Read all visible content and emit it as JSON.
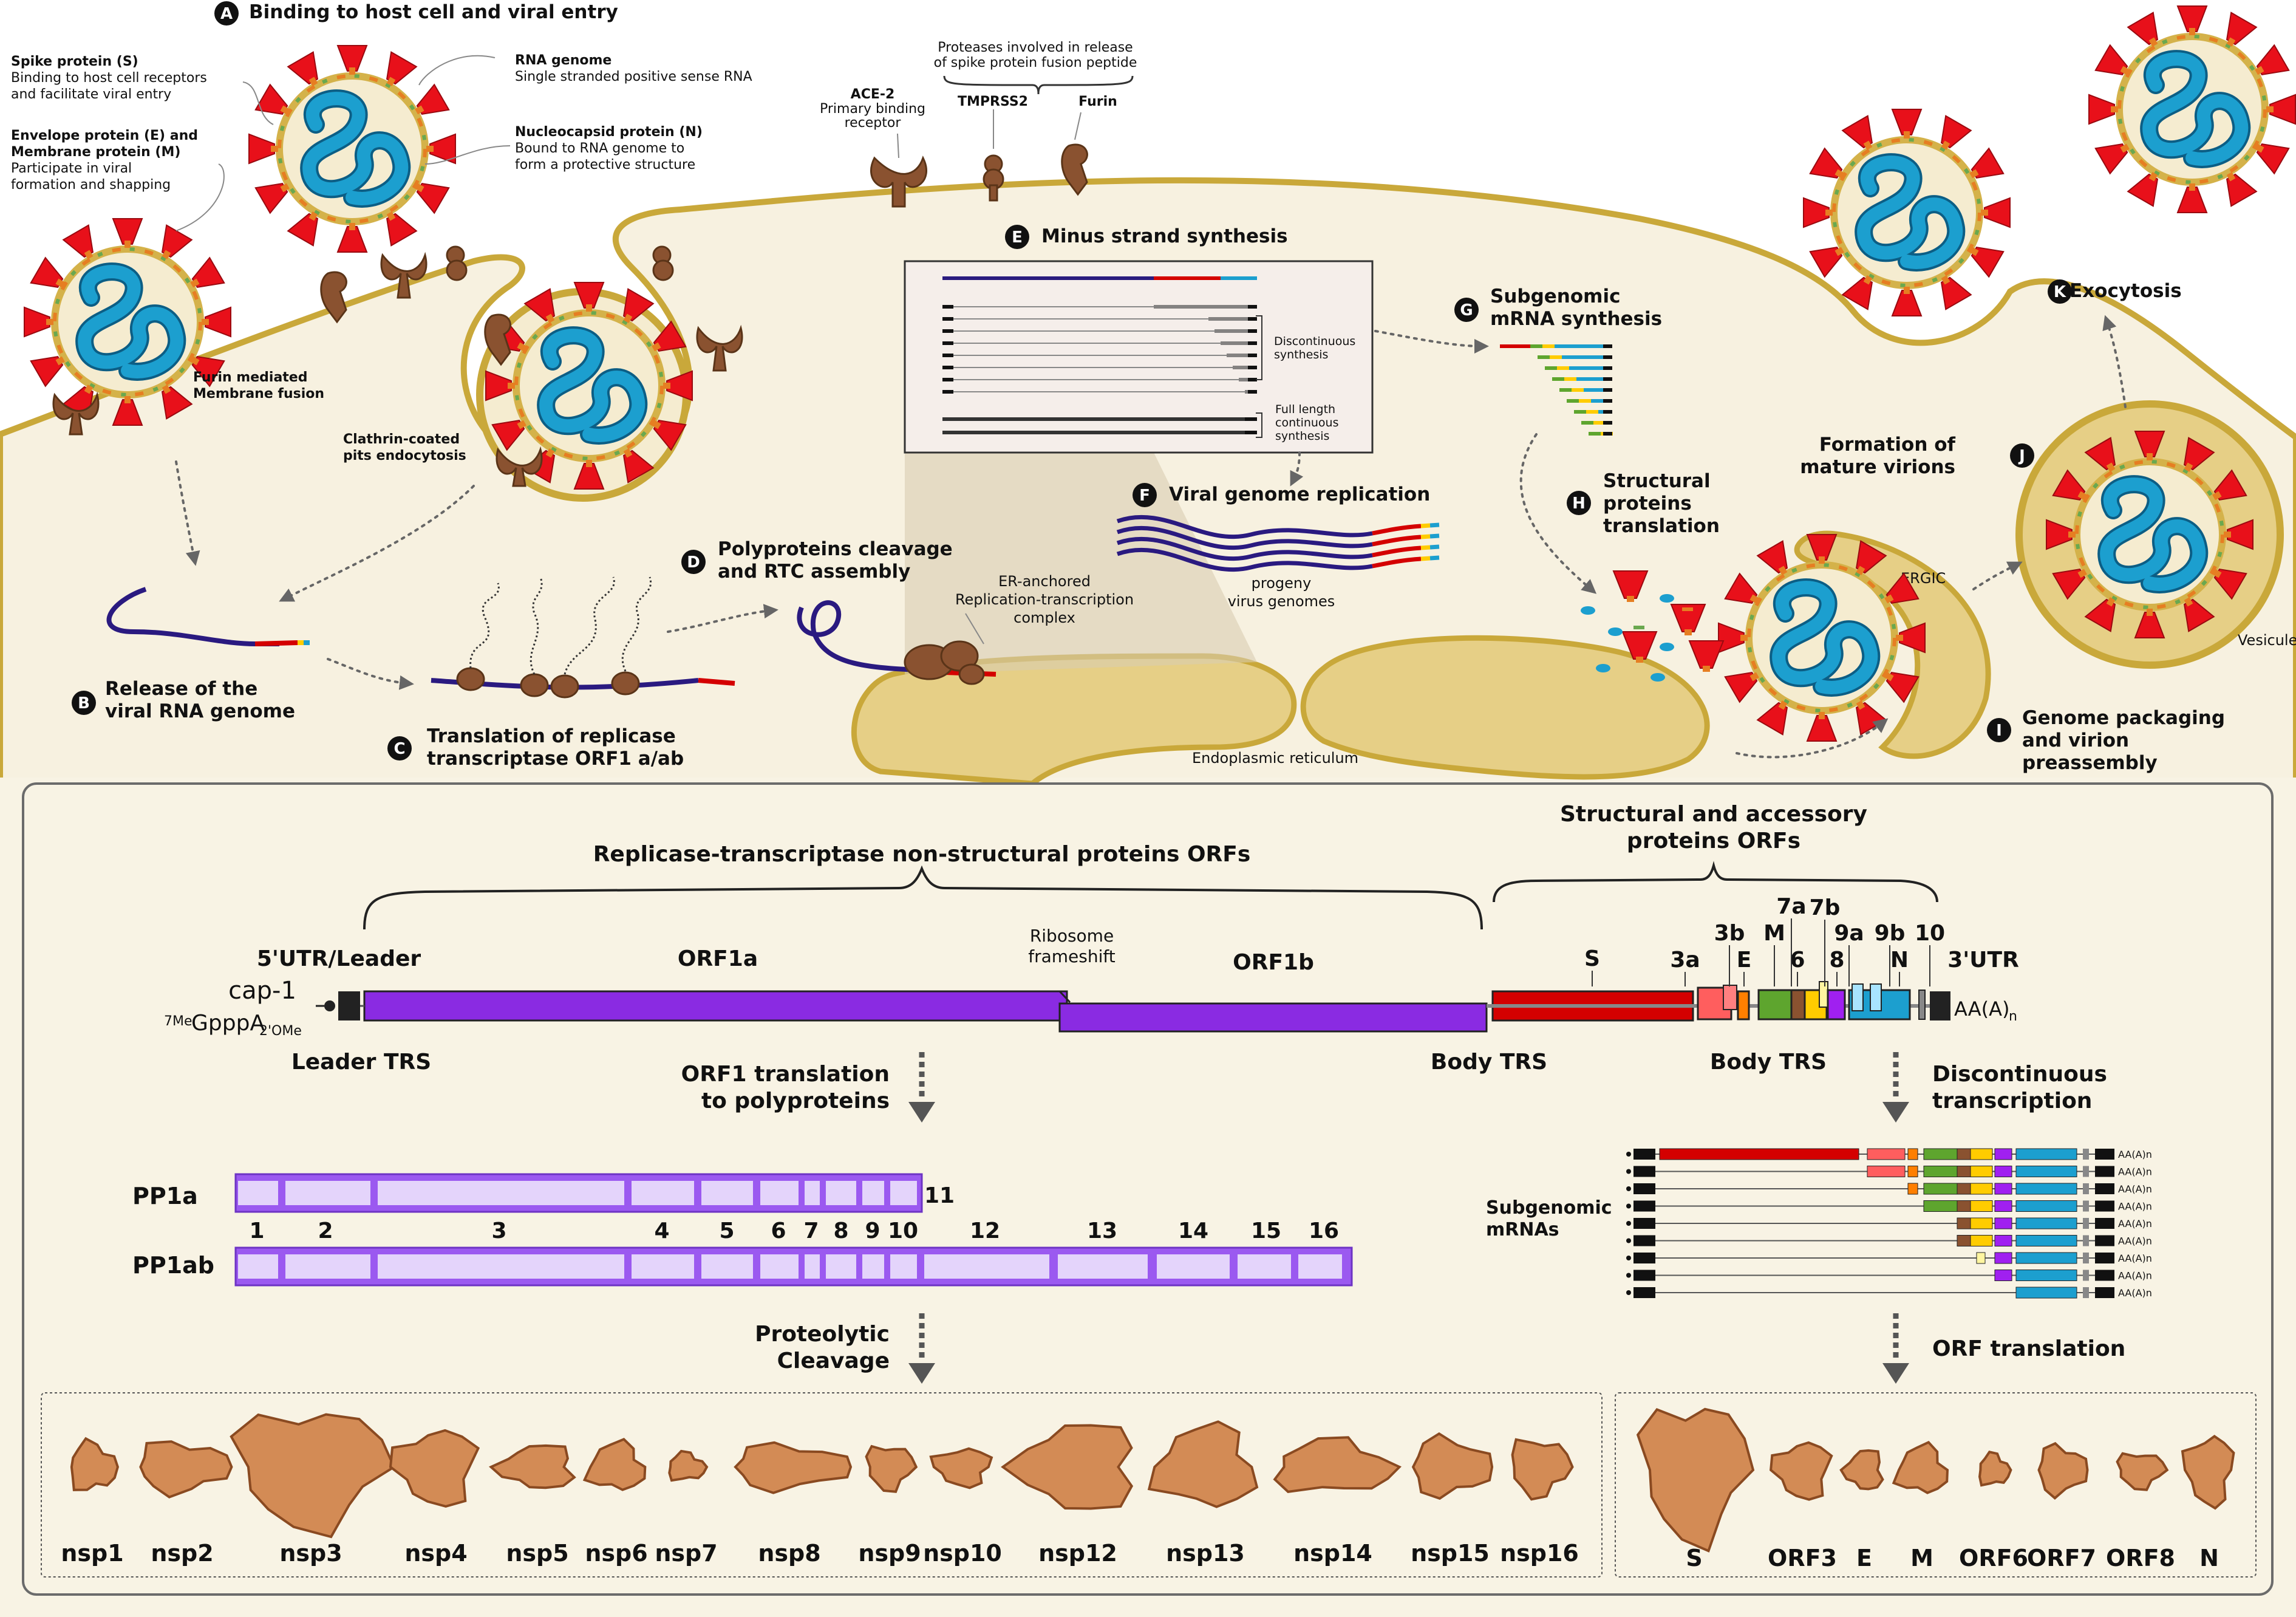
{
  "steps": {
    "A": {
      "letter": "A",
      "title": "Binding to host cell and viral entry"
    },
    "B": {
      "letter": "B",
      "title1": "Release of the",
      "title2": "viral RNA genome"
    },
    "C": {
      "letter": "C",
      "title1": "Translation of replicase",
      "title2": "transcriptase ORF1 a/ab"
    },
    "D": {
      "letter": "D",
      "title1": "Polyproteins cleavage",
      "title2": "and RTC assembly"
    },
    "E": {
      "letter": "E",
      "title": "Minus strand synthesis"
    },
    "F": {
      "letter": "F",
      "title": "Viral genome replication"
    },
    "G": {
      "letter": "G",
      "title1": "Subgenomic",
      "title2": "mRNA synthesis"
    },
    "H": {
      "letter": "H",
      "title1": "Structural",
      "title2": "proteins",
      "title3": "translation"
    },
    "I": {
      "letter": "I",
      "title1": "Genome packaging",
      "title2": "and virion",
      "title3": "preassembly"
    },
    "J": {
      "letter": "J",
      "title1": "Formation of",
      "title2": "mature virions"
    },
    "K": {
      "letter": "K",
      "title": "Exocytosis"
    }
  },
  "annotations": {
    "spike_title": "Spike protein (S)",
    "spike_desc1": "Binding to host cell receptors",
    "spike_desc2": "and facilitate viral entry",
    "env_title1": "Envelope protein (E) and",
    "env_title2": "Membrane protein (M)",
    "env_desc1": "Participate in viral",
    "env_desc2": "formation and shapping",
    "rna_title": "RNA genome",
    "rna_desc": "Single stranded positive sense RNA",
    "nuc_title": "Nucleocapsid protein (N)",
    "nuc_desc1": "Bound to RNA genome to",
    "nuc_desc2": "form a protective structure",
    "ace2_title": "ACE-2",
    "ace2_desc1": "Primary binding",
    "ace2_desc2": "receptor",
    "proteases1": "Proteases involved in release",
    "proteases2": "of spike protein fusion peptide",
    "tmprss2": "TMPRSS2",
    "furin": "Furin",
    "furin_fusion1": "Furin mediated",
    "furin_fusion2": "Membrane fusion",
    "clathrin1": "Clathrin-coated",
    "clathrin2": "pits endocytosis",
    "discontinuous1": "Discontinuous",
    "discontinuous2": "synthesis",
    "fulllength1": "Full length",
    "fulllength2": "continuous",
    "fulllength3": "synthesis",
    "er_rtc1": "ER-anchored",
    "er_rtc2": "Replication-transcription",
    "er_rtc3": "complex",
    "progeny1": "progeny",
    "progeny2": "virus genomes",
    "er": "Endoplasmic reticulum",
    "ergic": "ERGIC",
    "vesicule": "Vesicule"
  },
  "genome": {
    "replicase_title": "Replicase-transcriptase non-structural proteins ORFs",
    "structural_title1": "Structural and accessory",
    "structural_title2": "proteins ORFs",
    "utr5": "5'UTR/Leader",
    "orf1a": "ORF1a",
    "ribosome1": "Ribosome",
    "ribosome2": "frameshift",
    "orf1b": "ORF1b",
    "cap": "cap-1",
    "cap_sup": "7Me",
    "cap_main": "GpppA",
    "cap_sub": "2'OMe",
    "leader_trs": "Leader TRS",
    "body_trs1": "Body TRS",
    "body_trs2": "Body TRS",
    "utr3": "3'UTR",
    "polya_main": "AA(A)",
    "polya_sub": "n",
    "orfs": [
      "S",
      "3a",
      "3b",
      "E",
      "M",
      "6",
      "7a",
      "7b",
      "8",
      "9a",
      "9b",
      "N",
      "10"
    ],
    "orf1_translation1": "ORF1 translation",
    "orf1_translation2": "to polyproteins",
    "disc_transcription1": "Discontinuous",
    "disc_transcription2": "transcription"
  },
  "polyproteins": {
    "pp1a": "PP1a",
    "pp1ab": "PP1ab",
    "pp1a_end": "11",
    "nsp_numbers": [
      "1",
      "2",
      "3",
      "4",
      "5",
      "6",
      "7",
      "8",
      "9",
      "10",
      "12",
      "13",
      "14",
      "15",
      "16"
    ]
  },
  "subgenomic": {
    "label1": "Subgenomic",
    "label2": "mRNAs",
    "polya": "AA(A)n"
  },
  "cleavage": {
    "label1": "Proteolytic",
    "label2": "Cleavage"
  },
  "orf_translation": "ORF translation",
  "nsps": [
    "nsp1",
    "nsp2",
    "nsp3",
    "nsp4",
    "nsp5",
    "nsp6",
    "nsp7",
    "nsp8",
    "nsp9",
    "nsp10",
    "nsp12",
    "nsp13",
    "nsp14",
    "nsp15",
    "nsp16"
  ],
  "structural_proteins": [
    "S",
    "ORF3",
    "E",
    "M",
    "ORF6",
    "ORF7",
    "ORF8",
    "N"
  ],
  "colors": {
    "spike": "#e8101a",
    "rna": "#1c9fcf",
    "membrane": "#c9a83a",
    "cell": "#f7f1e0",
    "orf1a": "#8a2be2",
    "orf_s": "#d40000",
    "protein": "#d38b55"
  }
}
